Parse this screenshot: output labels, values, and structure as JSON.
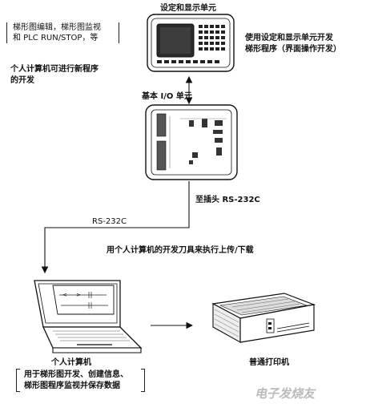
{
  "top_left_note": {
    "line1": "梯形图编辑，梯形图监视",
    "line2": "和 PLC RUN/STOP，等"
  },
  "pc_dev_note": {
    "line1": "个人计算机可进行新程序",
    "line2": "的开发"
  },
  "setting_unit": {
    "title": "设定和显示单元",
    "desc_line1": "使用设定和显示单元开发",
    "desc_line2": "梯形程序（界面操作开发）"
  },
  "io_unit": {
    "title": "基本 I/O 单元"
  },
  "connector": {
    "label": "至插头 RS-232C"
  },
  "rs232": {
    "label": "RS-232C"
  },
  "tool_note": {
    "label": "用个人计算机的开发刀具来执行上传/下载"
  },
  "computer": {
    "title": "个人计算机",
    "desc_line1": "用于梯形图开发、创建信息、",
    "desc_line2": "梯形图程序监视并保存数据"
  },
  "printer": {
    "title": "普通打印机"
  },
  "watermark": {
    "text": "电子发烧友"
  }
}
